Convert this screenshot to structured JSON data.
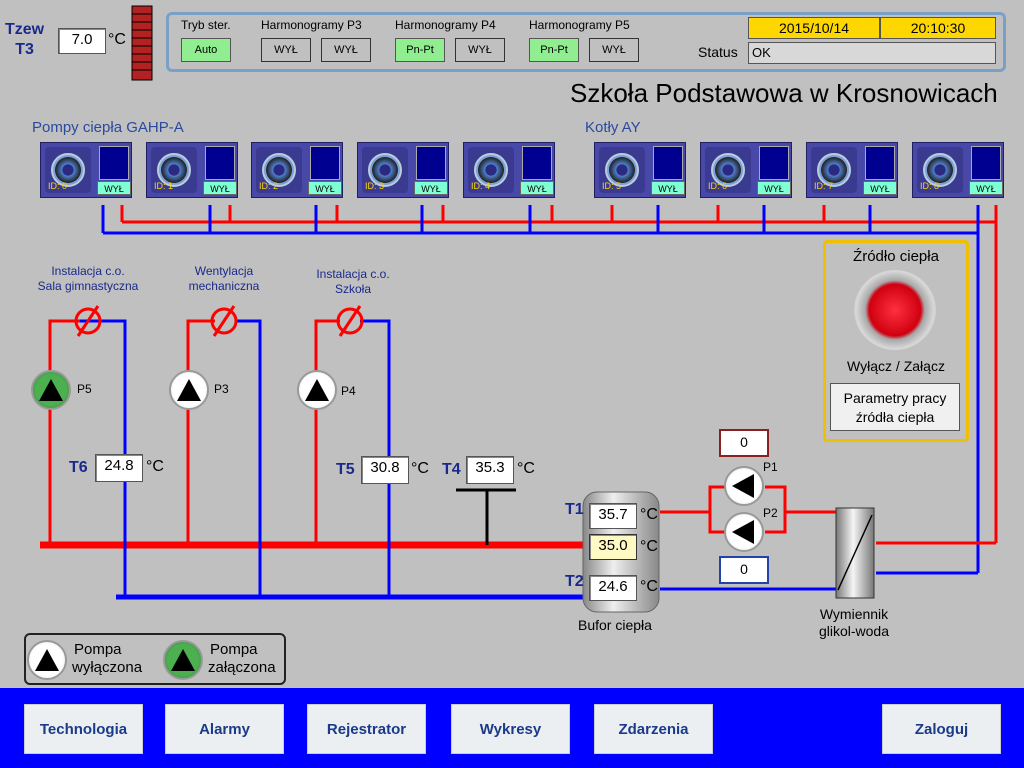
{
  "header": {
    "tzew_label": "Tzew",
    "t3_label": "T3",
    "t3_value": "7.0",
    "unit": "°C",
    "title": "Szkoła Podstawowa w Krosnowicach"
  },
  "control_panel": {
    "tryb_label": "Tryb ster.",
    "tryb_value": "Auto",
    "p3_label": "Harmonogramy P3",
    "p3_btn1": "WYŁ",
    "p3_btn2": "WYŁ",
    "p4_label": "Harmonogramy P4",
    "p4_btn1": "Pn-Pt",
    "p4_btn2": "WYŁ",
    "p5_label": "Harmonogramy P5",
    "p5_btn1": "Pn-Pt",
    "p5_btn2": "WYŁ",
    "date": "2015/10/14",
    "time": "20:10:30",
    "status_label": "Status",
    "status_value": "OK"
  },
  "sections": {
    "gahp_label": "Pompy ciepła GAHP-A",
    "ay_label": "Kotły AY"
  },
  "units": [
    {
      "id": "ID: 0",
      "state": "WYŁ"
    },
    {
      "id": "ID: 1",
      "state": "WYŁ"
    },
    {
      "id": "ID: 2",
      "state": "WYŁ"
    },
    {
      "id": "ID: 3",
      "state": "WYŁ"
    },
    {
      "id": "ID: 4",
      "state": "WYŁ"
    },
    {
      "id": "ID: 5",
      "state": "WYŁ"
    },
    {
      "id": "ID: 6",
      "state": "WYŁ"
    },
    {
      "id": "ID: 7",
      "state": "WYŁ"
    },
    {
      "id": "ID: 8",
      "state": "WYŁ"
    }
  ],
  "installations": {
    "inst1_line1": "Instalacja c.o.",
    "inst1_line2": "Sala gimnastyczna",
    "inst2_line1": "Wentylacja",
    "inst2_line2": "mechaniczna",
    "inst3_line1": "Instalacja c.o.",
    "inst3_line2": "Szkoła"
  },
  "pumps": {
    "p5": "P5",
    "p3": "P3",
    "p4": "P4",
    "p1": "P1",
    "p2": "P2"
  },
  "temps": {
    "t6_label": "T6",
    "t6": "24.8",
    "t5_label": "T5",
    "t5": "30.8",
    "t4_label": "T4",
    "t4": "35.3",
    "t1_label": "T1",
    "t1": "35.7",
    "tmid": "35.0",
    "t2_label": "T2",
    "t2": "24.6"
  },
  "displays": {
    "p1_value": "0",
    "p2_value": "0"
  },
  "buffer_label": "Bufor ciepła",
  "exchanger_line1": "Wymiennik",
  "exchanger_line2": "glikol-woda",
  "source": {
    "title": "Źródło ciepła",
    "toggle_label": "Wyłącz / Załącz",
    "params_btn": "Parametry pracy źródła ciepła"
  },
  "legend": {
    "off_line1": "Pompa",
    "off_line2": "wyłączona",
    "on_line1": "Pompa",
    "on_line2": "załączona"
  },
  "nav": {
    "technologia": "Technologia",
    "alarmy": "Alarmy",
    "rejestrator": "Rejestrator",
    "wykresy": "Wykresy",
    "zdarzenia": "Zdarzenia",
    "zaloguj": "Zaloguj"
  },
  "colors": {
    "supply_pipe": "#ff0000",
    "return_pipe": "#0000ff",
    "nav_bar": "#0000ff",
    "date_bg": "#ffd700"
  }
}
